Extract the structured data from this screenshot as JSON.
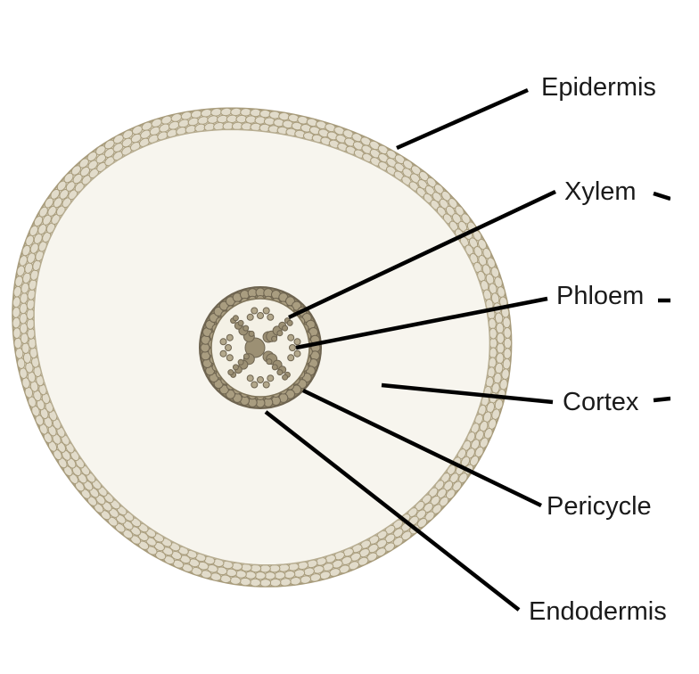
{
  "diagram": {
    "labels": [
      {
        "id": "epidermis",
        "text": "Epidermis"
      },
      {
        "id": "xylem",
        "text": "Xylem"
      },
      {
        "id": "phloem",
        "text": "Phloem"
      },
      {
        "id": "cortex",
        "text": "Cortex"
      },
      {
        "id": "pericycle",
        "text": "Pericycle"
      },
      {
        "id": "endodermis",
        "text": "Endodermis"
      }
    ],
    "colors": {
      "background": "#ffffff",
      "cortex_fill": "#f7f5ee",
      "cell_fill": "#e2dccb",
      "cell_stroke": "#a89c7c",
      "stele_fill": "#8f8366",
      "stele_stroke": "#6e6450",
      "line": "#000000"
    }
  }
}
